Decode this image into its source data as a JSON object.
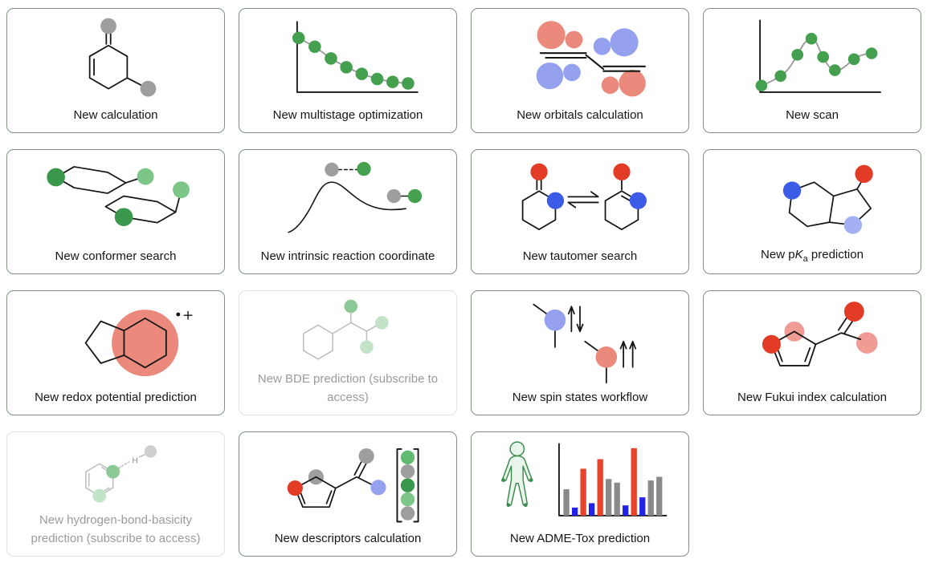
{
  "colors": {
    "border": "#7f917f",
    "border_disabled": "#e0e4e0",
    "label": "#161616",
    "label_disabled": "#9b9b9b",
    "black_line": "#161616",
    "gray_line": "#999999",
    "disabled_line": "#bdbdbd",
    "green": "#44a04f",
    "green_dark": "#39984b",
    "green_light": "#7cc687",
    "green_mid": "#63bb72",
    "green_faded": "#8cc997",
    "green_faded_light": "#c2e3c8",
    "gray_atom": "#9e9e9e",
    "gray_faded": "#cfcfcf",
    "salmon": "#eb8a7c",
    "periwinkle": "#95a1ee",
    "red": "#e23c27",
    "blue": "#3c5ce8",
    "blue_light": "#a3b0f4",
    "pink": "#f09b93",
    "bar_gray": "#8a8a8a",
    "bar_blue": "#2323e8",
    "bar_red": "#e8432b",
    "body_fill": "#e9f5ea",
    "body_stroke": "#3c8c4e"
  },
  "cards": [
    {
      "label": "New calculation",
      "illustration": "ketone-molecule"
    },
    {
      "label": "New multistage optimization",
      "illustration": "decreasing-energy-plot"
    },
    {
      "label": "New orbitals calculation",
      "illustration": "butadiene-orbital-lobes"
    },
    {
      "label": "New scan",
      "illustration": "energy-scan-plot"
    },
    {
      "label": "New conformer search",
      "illustration": "cyclohexane-chair-conformers"
    },
    {
      "label": "New intrinsic reaction coordinate",
      "illustration": "reaction-energy-curve"
    },
    {
      "label": "New tautomer search",
      "illustration": "tautomer-equilibrium"
    },
    {
      "label_parts": [
        "New p",
        "K",
        "a",
        " prediction"
      ],
      "illustration": "fused-bicyclic-acid-base"
    },
    {
      "label": "New redox potential prediction",
      "annotation": "•+",
      "illustration": "radical-cation-molecule"
    },
    {
      "label": "New BDE prediction (subscribe to access)",
      "disabled": true,
      "illustration": "faded-bde-molecule"
    },
    {
      "label": "New spin states workflow",
      "illustration": "spin-centers-with-arrows"
    },
    {
      "label": "New Fukui index calculation",
      "illustration": "furan-fukui-sites"
    },
    {
      "label": "New hydrogen-bond-basicity prediction (subscribe to access)",
      "disabled": true,
      "h_label": "H",
      "illustration": "hydrogen-bond-donor-acceptor"
    },
    {
      "label": "New descriptors calculation",
      "illustration": "molecule-to-descriptor-vector"
    },
    {
      "label": "New ADME-Tox prediction",
      "illustration": "human-figure-bar-chart"
    }
  ],
  "adme_chart": {
    "type": "bar",
    "bar_colors": [
      "gray",
      "blue",
      "red",
      "blue",
      "red",
      "gray",
      "gray",
      "blue",
      "red",
      "blue",
      "gray",
      "gray"
    ],
    "bar_heights": [
      36,
      11,
      64,
      17,
      77,
      50,
      45,
      14,
      92,
      25,
      48,
      53
    ]
  }
}
